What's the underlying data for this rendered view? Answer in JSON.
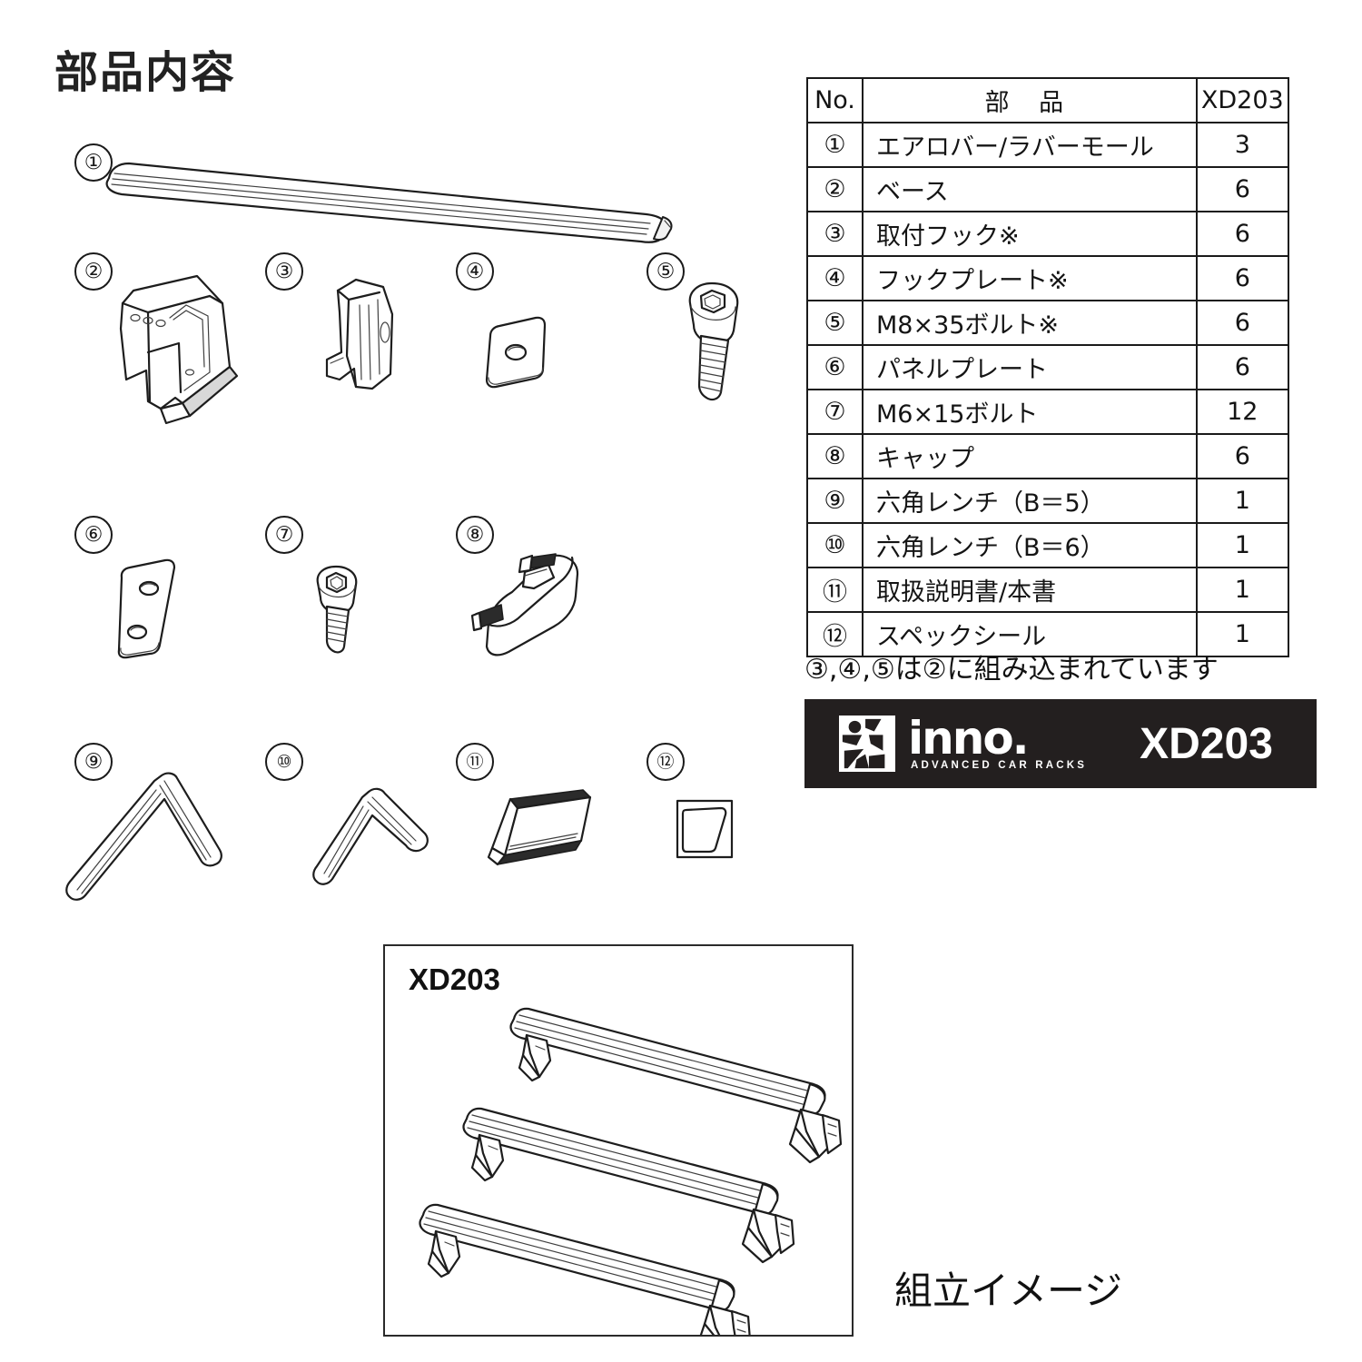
{
  "page": {
    "title": "部品内容",
    "note": "③,④,⑤は②に組み込まれています",
    "assembly_caption": "組立イメージ"
  },
  "brand": {
    "name": "inno.",
    "tagline": "ADVANCED CAR RACKS",
    "model": "XD203",
    "banner_bg": "#231f1f",
    "banner_fg": "#ffffff",
    "mark_icon": "inno-figure-logo-icon"
  },
  "table": {
    "headers": {
      "no": "No.",
      "name": "部 品",
      "qty": "XD203"
    },
    "rows": [
      {
        "no": "①",
        "name": "エアロバー/ラバーモール",
        "qty": "3"
      },
      {
        "no": "②",
        "name": "ベース",
        "qty": "6"
      },
      {
        "no": "③",
        "name": "取付フック※",
        "qty": "6"
      },
      {
        "no": "④",
        "name": "フックプレート※",
        "qty": "6"
      },
      {
        "no": "⑤",
        "name": "M8×35ボルト※",
        "qty": "6"
      },
      {
        "no": "⑥",
        "name": "パネルプレート",
        "qty": "6"
      },
      {
        "no": "⑦",
        "name": "M6×15ボルト",
        "qty": "12"
      },
      {
        "no": "⑧",
        "name": "キャップ",
        "qty": "6"
      },
      {
        "no": "⑨",
        "name": "六角レンチ（B＝5）",
        "qty": "1"
      },
      {
        "no": "⑩",
        "name": "六角レンチ（B＝6）",
        "qty": "1"
      },
      {
        "no": "⑪",
        "name": "取扱説明書/本書",
        "qty": "1"
      },
      {
        "no": "⑫",
        "name": "スペックシール",
        "qty": "1"
      }
    ]
  },
  "parts_figures": [
    {
      "num": "①",
      "label": "エアロバー/ラバーモール",
      "icon": "aero-bar-icon"
    },
    {
      "num": "②",
      "label": "ベース",
      "icon": "base-foot-icon"
    },
    {
      "num": "③",
      "label": "取付フック",
      "icon": "mounting-hook-icon"
    },
    {
      "num": "④",
      "label": "フックプレート",
      "icon": "hook-plate-icon"
    },
    {
      "num": "⑤",
      "label": "M8×35ボルト",
      "icon": "hex-socket-bolt-long-icon"
    },
    {
      "num": "⑥",
      "label": "パネルプレート",
      "icon": "panel-plate-icon"
    },
    {
      "num": "⑦",
      "label": "M6×15ボルト",
      "icon": "hex-socket-bolt-short-icon"
    },
    {
      "num": "⑧",
      "label": "キャップ",
      "icon": "end-cap-icon"
    },
    {
      "num": "⑨",
      "label": "六角レンチ（B＝5）",
      "icon": "hex-wrench-large-icon"
    },
    {
      "num": "⑩",
      "label": "六角レンチ（B＝6）",
      "icon": "hex-wrench-small-icon"
    },
    {
      "num": "⑪",
      "label": "取扱説明書/本書",
      "icon": "manual-booklet-icon"
    },
    {
      "num": "⑫",
      "label": "スペックシール",
      "icon": "spec-sticker-icon"
    }
  ],
  "assembly": {
    "panel_label": "XD203",
    "bar_count": 3,
    "icon": "roof-rack-assembly-icon"
  }
}
